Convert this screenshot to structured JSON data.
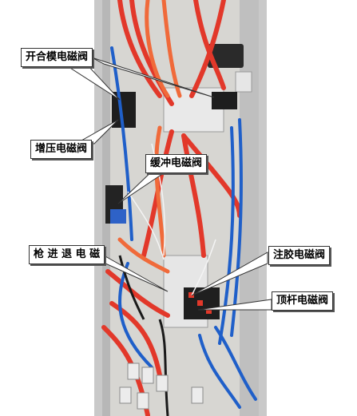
{
  "colors": {
    "cabinet_frame": "#c9c9c9",
    "cabinet_back": "#bdbdbd",
    "cabinet_inner": "#d7d6d2",
    "hose_red": "#e2382a",
    "hose_orange": "#f06a3a",
    "hose_blue": "#1f5fc9",
    "wire_black": "#1a1a1a",
    "fitting": "#eeeeee",
    "label_bg": "#ffffff",
    "label_text": "#000000"
  },
  "labels": {
    "open_close_mold_valve": "开合模电磁阀",
    "boost_pressure_valve": "增压电磁阀",
    "buffer_valve": "缓冲电磁阀",
    "gun_advance_retreat_valve": "枪 进 退 电 磁",
    "injection_glue_valve": "注胶电磁阀",
    "ejector_valve": "顶杆电磁阀"
  }
}
